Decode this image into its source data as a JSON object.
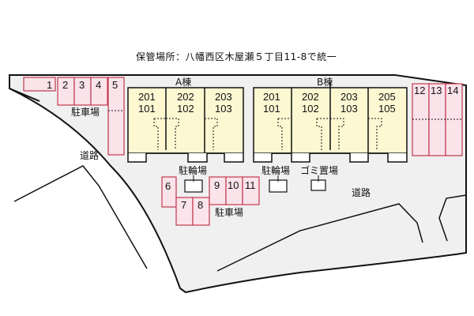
{
  "header": {
    "title": "保管場所：八幡西区木屋瀬５丁目11-8で統一"
  },
  "buildings": [
    {
      "name": "A棟",
      "units": [
        {
          "upper": "201",
          "lower": "101"
        },
        {
          "upper": "202",
          "lower": "102"
        },
        {
          "upper": "203",
          "lower": "103"
        }
      ]
    },
    {
      "name": "B棟",
      "units": [
        {
          "upper": "201",
          "lower": "101"
        },
        {
          "upper": "202",
          "lower": "102"
        },
        {
          "upper": "203",
          "lower": "103"
        },
        {
          "upper": "205",
          "lower": "105"
        }
      ]
    }
  ],
  "parking": {
    "label": "駐車場",
    "spaces": [
      "1",
      "2",
      "3",
      "4",
      "5",
      "6",
      "7",
      "8",
      "9",
      "10",
      "11",
      "12",
      "13",
      "14"
    ]
  },
  "labels": {
    "bicycle_parking": "駐輪場",
    "garbage_area": "ゴミ置場",
    "road": "道路"
  },
  "colors": {
    "lot_fill": "#f0f0f0",
    "building_fill": "#fdf8d2",
    "parking_fill": "#fbe3ea",
    "parking_stroke": "#c0394e",
    "line": "#111111"
  }
}
